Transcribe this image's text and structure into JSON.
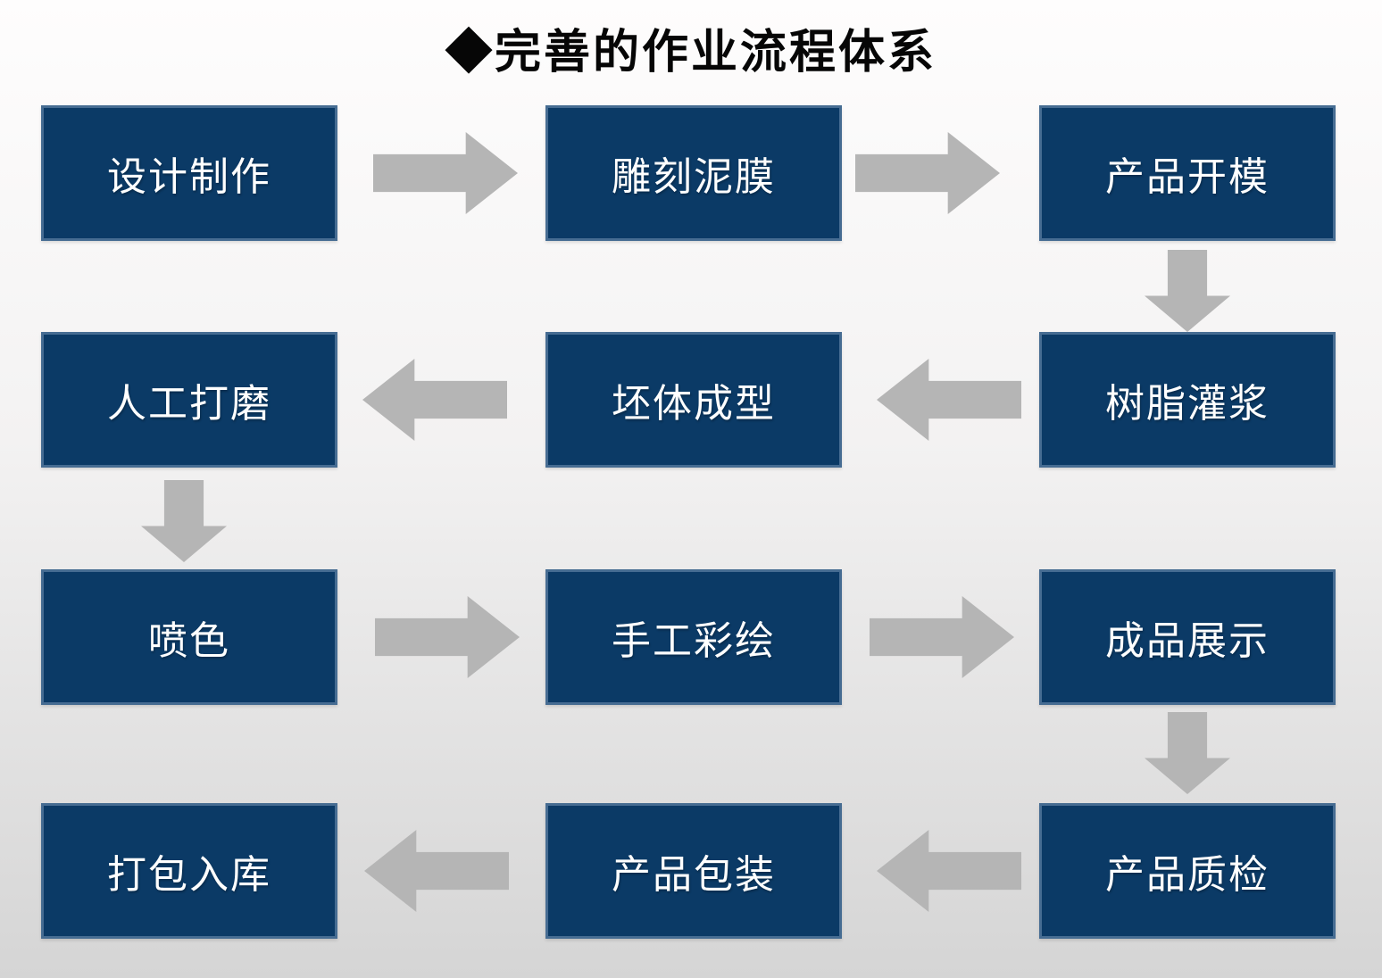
{
  "title": "◆完善的作业流程体系",
  "rows": [
    {
      "cells": [
        "设计制作",
        "雕刻泥膜",
        "产品开模"
      ],
      "flow_direction": "right"
    },
    {
      "cells": [
        "人工打磨",
        "坯体成型",
        "树脂灌浆"
      ],
      "flow_direction": "left"
    },
    {
      "cells": [
        "喷色",
        "手工彩绘",
        "成品展示"
      ],
      "flow_direction": "right"
    },
    {
      "cells": [
        "打包入库",
        "产品包装",
        "产品质检"
      ],
      "flow_direction": "left"
    }
  ],
  "flow_sequence": [
    "设计制作",
    "雕刻泥膜",
    "产品开模",
    "树脂灌浆",
    "坯体成型",
    "人工打磨",
    "喷色",
    "手工彩绘",
    "成品展示",
    "产品质检",
    "产品包装",
    "打包入库"
  ],
  "connectors": {
    "horizontal_arrow_count": 8,
    "vertical_arrow_count": 3,
    "vertical_links": [
      [
        "产品开模",
        "树脂灌浆"
      ],
      [
        "人工打磨",
        "喷色"
      ],
      [
        "成品展示",
        "产品质检"
      ]
    ]
  },
  "colors": {
    "box_fill": "#0b3a66",
    "box_border": "#466c92",
    "box_text": "#ffffff",
    "arrow": "#b5b5b5",
    "title_text": "#060606",
    "background_top": "#fefdfd",
    "background_bottom": "#d5d5d5"
  }
}
